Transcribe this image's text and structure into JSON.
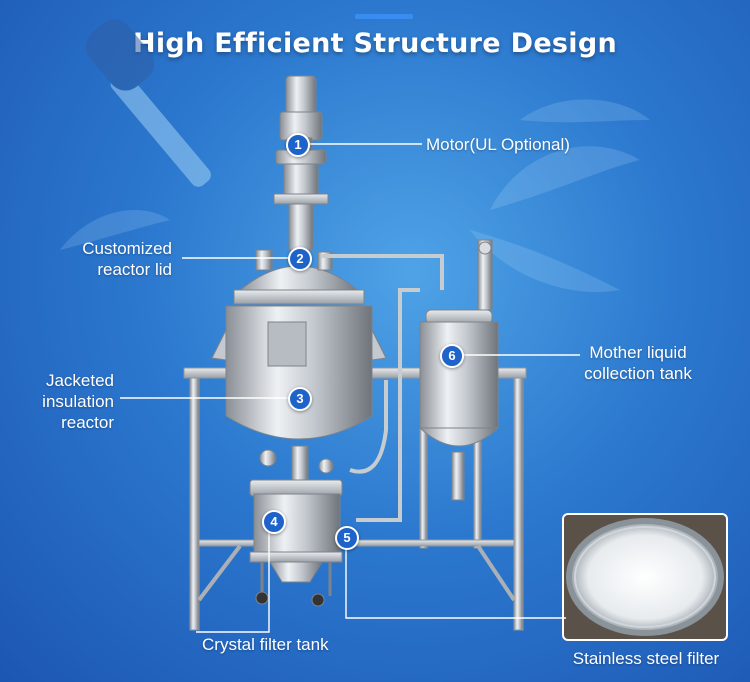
{
  "title": "High Efficient Structure Design",
  "callouts": [
    {
      "number": "1",
      "label": "Motor(UL Optional)"
    },
    {
      "number": "2",
      "label": "Customized reactor lid"
    },
    {
      "number": "3",
      "label": "Jacketed insulation reactor"
    },
    {
      "number": "4",
      "label": "Crystal filter tank"
    },
    {
      "number": "5",
      "label": "Stainless steel filter"
    },
    {
      "number": "6",
      "label": "Mother liquid collection tank"
    }
  ],
  "colors": {
    "accent": "#1e63c9",
    "background": "#2c79cf",
    "text": "#ffffff"
  }
}
